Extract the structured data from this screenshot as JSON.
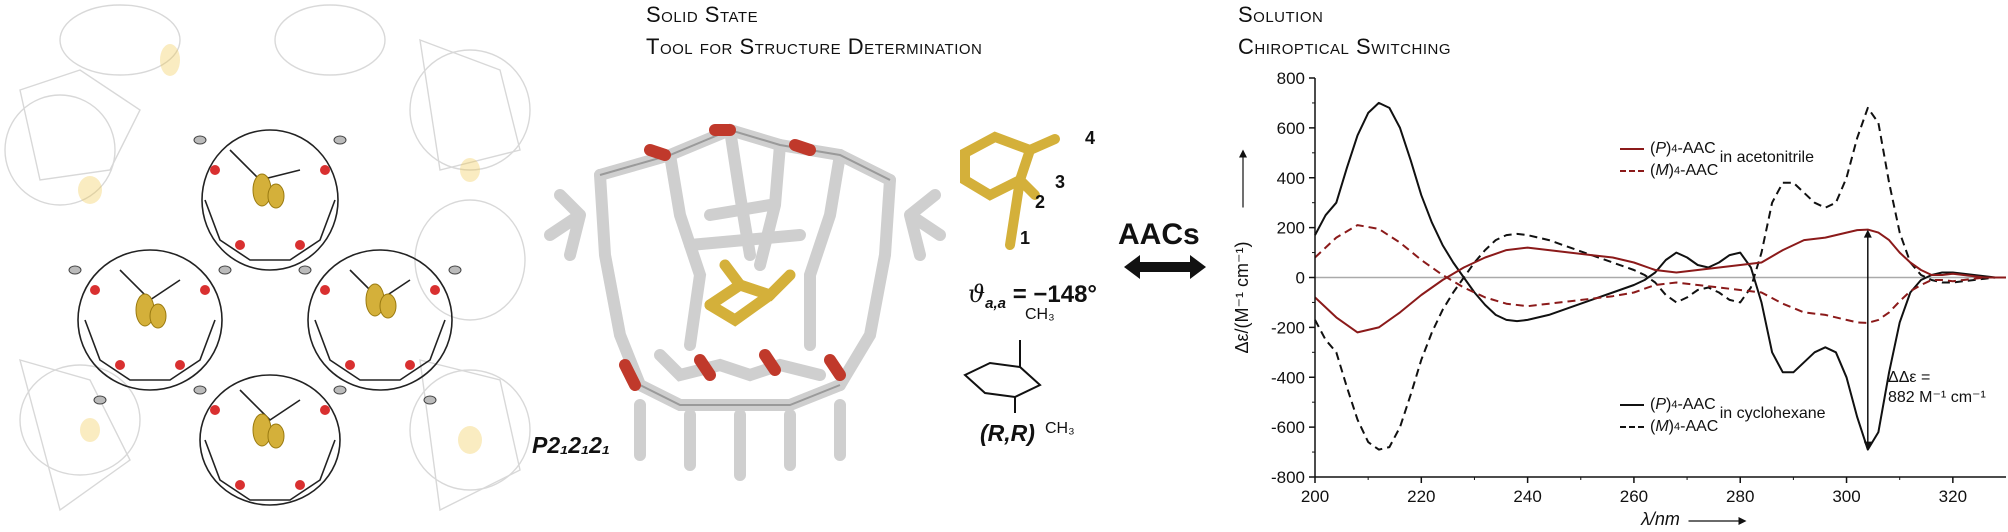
{
  "headings": {
    "solid_state_line1": "Solid State",
    "solid_state_line2": "Tool for Structure Determination",
    "solution_line1": "Solution",
    "solution_line2": "Chiroptical Switching"
  },
  "crystal": {
    "space_group": "P2₁2₁2₁"
  },
  "molecule": {
    "atom_labels": [
      "1",
      "2",
      "3",
      "4"
    ],
    "dihedral_label": "ϑ a,a = −148°",
    "dihedral_symbol": "ϑ",
    "dihedral_sub": "a,a",
    "dihedral_value": "= −148°",
    "stereo_label": "(R,R)",
    "methyl_top": "CH₃",
    "methyl_bottom": "CH₃"
  },
  "switch": {
    "label": "AACs"
  },
  "colors": {
    "acetonitrile": "#8b1a1a",
    "cyclohexane": "#111111",
    "zero_line": "#aaaaaa",
    "guest": "#d4b03a",
    "host": "#c8c8c8",
    "oxygen": "#d93030"
  },
  "chart_data": {
    "type": "line",
    "xlabel": "λ/nm",
    "ylabel": "Δε/(M⁻¹ cm⁻¹)",
    "xlim": [
      200,
      330
    ],
    "ylim": [
      -800,
      800
    ],
    "x_ticks": [
      "200",
      "220",
      "240",
      "260",
      "280",
      "300",
      "320"
    ],
    "y_ticks": [
      "800",
      "600",
      "400",
      "200",
      "0",
      "-200",
      "-400",
      "-600",
      "-800"
    ],
    "legend_top": {
      "solvent": "in acetonitrile",
      "entries": [
        {
          "pre": "(",
          "italic": "P",
          "post": ")",
          "sub": "4",
          "suffix": "-AAC"
        },
        {
          "pre": "(",
          "italic": "M",
          "post": ")",
          "sub": "4",
          "suffix": "-AAC"
        }
      ]
    },
    "legend_bottom": {
      "solvent": "in cyclohexane",
      "entries": [
        {
          "pre": "(",
          "italic": "P",
          "post": ")",
          "sub": "4",
          "suffix": "-AAC"
        },
        {
          "pre": "(",
          "italic": "M",
          "post": ")",
          "sub": "4",
          "suffix": "-AAC"
        }
      ]
    },
    "annotation_line1": "ΔΔε =",
    "annotation_line2": "882 M⁻¹ cm⁻¹",
    "annotation_x": 304,
    "annotation_range": [
      -690,
      192
    ],
    "series": [
      {
        "name": "(P)4-AAC in cyclohexane",
        "solvent": "cyclohexane",
        "style": "solid",
        "x": [
          200,
          202,
          204,
          206,
          208,
          210,
          212,
          214,
          216,
          218,
          220,
          222,
          224,
          226,
          228,
          230,
          232,
          234,
          236,
          238,
          240,
          244,
          248,
          252,
          256,
          260,
          262,
          264,
          266,
          268,
          270,
          272,
          274,
          276,
          278,
          280,
          282,
          284,
          286,
          288,
          290,
          292,
          294,
          296,
          298,
          300,
          302,
          304,
          306,
          308,
          310,
          312,
          314,
          316,
          318,
          320,
          322,
          324,
          326,
          328,
          330
        ],
        "y": [
          170,
          250,
          300,
          440,
          570,
          660,
          700,
          680,
          600,
          470,
          330,
          220,
          130,
          60,
          0,
          -60,
          -110,
          -150,
          -170,
          -175,
          -170,
          -150,
          -120,
          -90,
          -60,
          -30,
          -10,
          20,
          70,
          100,
          80,
          50,
          40,
          60,
          90,
          100,
          40,
          -100,
          -300,
          -380,
          -380,
          -340,
          -300,
          -280,
          -300,
          -400,
          -560,
          -690,
          -620,
          -380,
          -180,
          -60,
          -10,
          10,
          20,
          20,
          15,
          10,
          5,
          0,
          0
        ]
      },
      {
        "name": "(M)4-AAC in cyclohexane",
        "solvent": "cyclohexane",
        "style": "dashed",
        "x": [
          200,
          202,
          204,
          206,
          208,
          210,
          212,
          214,
          216,
          218,
          220,
          222,
          224,
          226,
          228,
          230,
          232,
          234,
          236,
          238,
          240,
          244,
          248,
          252,
          256,
          260,
          262,
          264,
          266,
          268,
          270,
          272,
          274,
          276,
          278,
          280,
          282,
          284,
          286,
          288,
          290,
          292,
          294,
          296,
          298,
          300,
          302,
          304,
          306,
          308,
          310,
          312,
          314,
          316,
          318,
          320,
          322,
          324,
          326,
          328,
          330
        ],
        "y": [
          -170,
          -250,
          -300,
          -440,
          -570,
          -660,
          -690,
          -680,
          -600,
          -470,
          -330,
          -220,
          -130,
          -60,
          0,
          60,
          110,
          150,
          170,
          175,
          170,
          150,
          120,
          90,
          60,
          30,
          10,
          -20,
          -70,
          -100,
          -80,
          -50,
          -40,
          -60,
          -90,
          -100,
          -40,
          100,
          300,
          380,
          380,
          340,
          300,
          280,
          300,
          400,
          560,
          680,
          620,
          380,
          180,
          60,
          10,
          -10,
          -20,
          -20,
          -15,
          -10,
          -5,
          0,
          0
        ]
      },
      {
        "name": "(P)4-AAC in acetonitrile",
        "solvent": "acetonitrile",
        "style": "solid",
        "x": [
          200,
          204,
          208,
          212,
          216,
          220,
          224,
          228,
          232,
          236,
          240,
          244,
          248,
          252,
          256,
          260,
          264,
          268,
          272,
          276,
          280,
          284,
          288,
          292,
          296,
          300,
          302,
          304,
          306,
          308,
          310,
          312,
          314,
          316,
          318,
          320,
          322,
          324,
          326,
          328,
          330
        ],
        "y": [
          -80,
          -160,
          -220,
          -200,
          -140,
          -70,
          -10,
          40,
          80,
          110,
          120,
          110,
          100,
          90,
          80,
          60,
          30,
          20,
          30,
          40,
          50,
          60,
          110,
          150,
          160,
          180,
          190,
          192,
          180,
          150,
          100,
          60,
          30,
          10,
          10,
          15,
          10,
          5,
          0,
          0,
          0
        ]
      },
      {
        "name": "(M)4-AAC in acetonitrile",
        "solvent": "acetonitrile",
        "style": "dashed",
        "x": [
          200,
          204,
          208,
          212,
          216,
          220,
          224,
          228,
          232,
          236,
          240,
          244,
          248,
          252,
          256,
          260,
          264,
          268,
          272,
          276,
          280,
          284,
          288,
          292,
          296,
          300,
          302,
          304,
          306,
          308,
          310,
          312,
          314,
          316,
          318,
          320,
          322,
          324,
          326,
          328,
          330
        ],
        "y": [
          80,
          160,
          210,
          195,
          140,
          70,
          10,
          -40,
          -80,
          -105,
          -115,
          -105,
          -95,
          -85,
          -75,
          -60,
          -30,
          -20,
          -30,
          -40,
          -50,
          -60,
          -105,
          -140,
          -150,
          -170,
          -180,
          -182,
          -170,
          -140,
          -95,
          -55,
          -30,
          -10,
          -10,
          -15,
          -10,
          -5,
          0,
          0,
          0
        ]
      }
    ]
  }
}
